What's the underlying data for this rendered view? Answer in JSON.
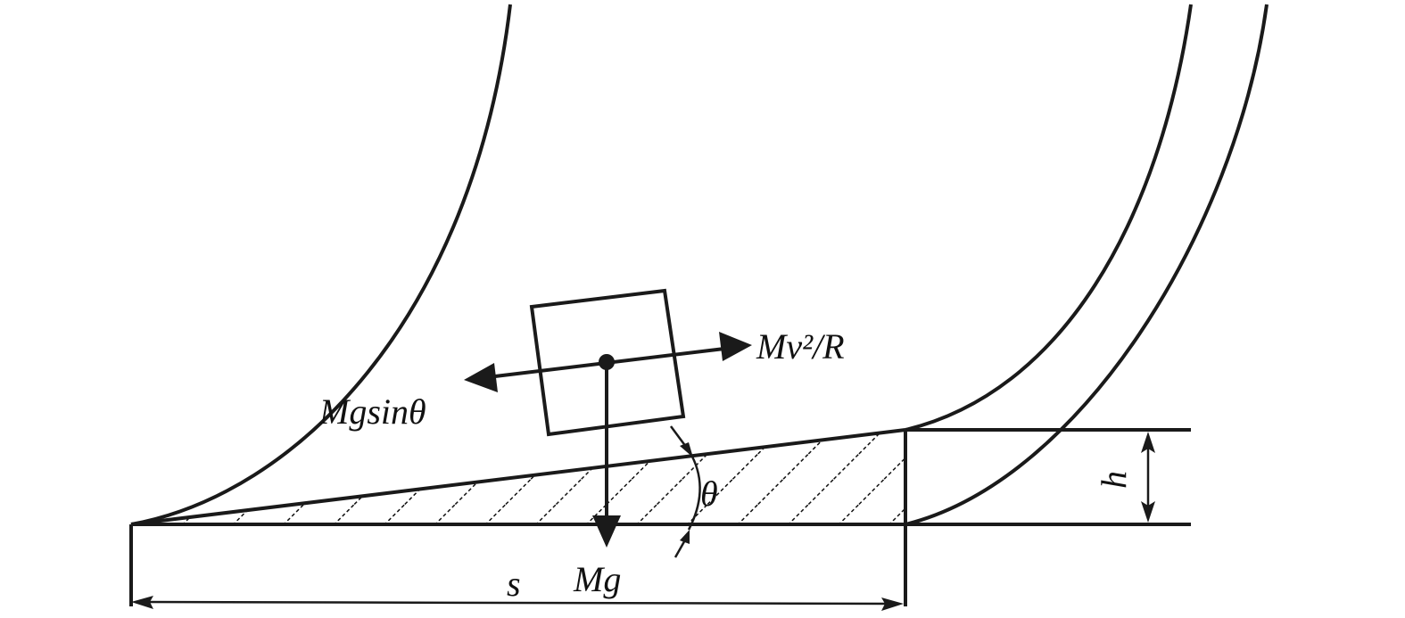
{
  "labels": {
    "centripetal_force": "Mv²/R",
    "gravity_component": "Mgsinθ",
    "gravity": "Mg",
    "angle": "θ",
    "length": "s",
    "height": "h"
  },
  "colors": {
    "stroke": "#1a1a1a",
    "background": "#ffffff"
  }
}
